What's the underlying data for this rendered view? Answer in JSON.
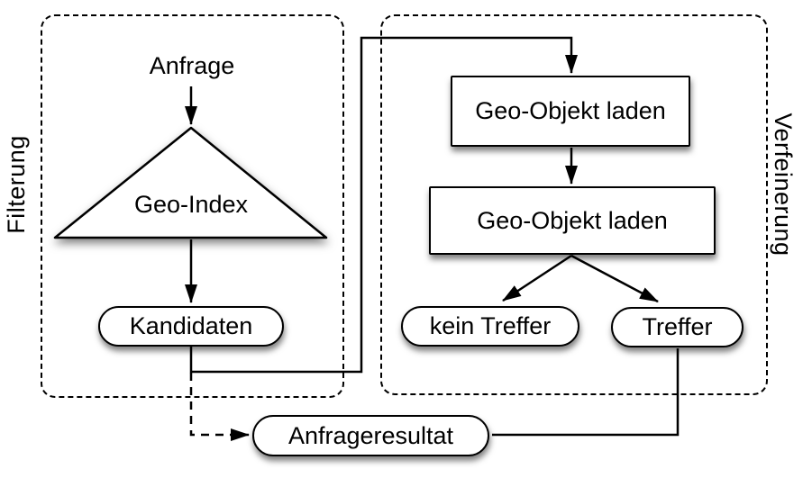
{
  "figure": {
    "type": "flow-diagram",
    "groups": {
      "filterung": {
        "label": "Filterung"
      },
      "verfeinerung": {
        "label": "Verfeinerung"
      }
    },
    "nodes": {
      "anfrage": {
        "label": "Anfrage",
        "shape": "text"
      },
      "geo_index": {
        "label": "Geo-Index",
        "shape": "triangle"
      },
      "kandidaten": {
        "label": "Kandidaten",
        "shape": "pill"
      },
      "geo_objekt_laden_1": {
        "label": "Geo-Objekt laden",
        "shape": "rect"
      },
      "geo_objekt_laden_2": {
        "label": "Geo-Objekt laden",
        "shape": "rect"
      },
      "kein_treffer": {
        "label": "kein Treffer",
        "shape": "pill"
      },
      "treffer": {
        "label": "Treffer",
        "shape": "pill"
      },
      "anfrageresultat": {
        "label": "Anfrageresultat",
        "shape": "pill"
      }
    },
    "edges": [
      {
        "from": "anfrage",
        "to": "geo_index",
        "style": "solid-arrow"
      },
      {
        "from": "geo_index",
        "to": "kandidaten",
        "style": "solid-arrow"
      },
      {
        "from": "kandidaten",
        "to": "geo_objekt_laden_1",
        "style": "solid-arrow-routed"
      },
      {
        "from": "geo_objekt_laden_1",
        "to": "geo_objekt_laden_2",
        "style": "solid-arrow"
      },
      {
        "from": "geo_objekt_laden_2",
        "to": "kein_treffer",
        "style": "solid-arrow"
      },
      {
        "from": "geo_objekt_laden_2",
        "to": "treffer",
        "style": "solid-arrow"
      },
      {
        "from": "kandidaten",
        "to": "anfrageresultat",
        "style": "dashed-arrow"
      },
      {
        "from": "treffer",
        "to": "anfrageresultat",
        "style": "solid-line"
      }
    ],
    "colors": {
      "line": "#000000",
      "node_fill": "#ffffff",
      "background": "#ffffff"
    }
  }
}
